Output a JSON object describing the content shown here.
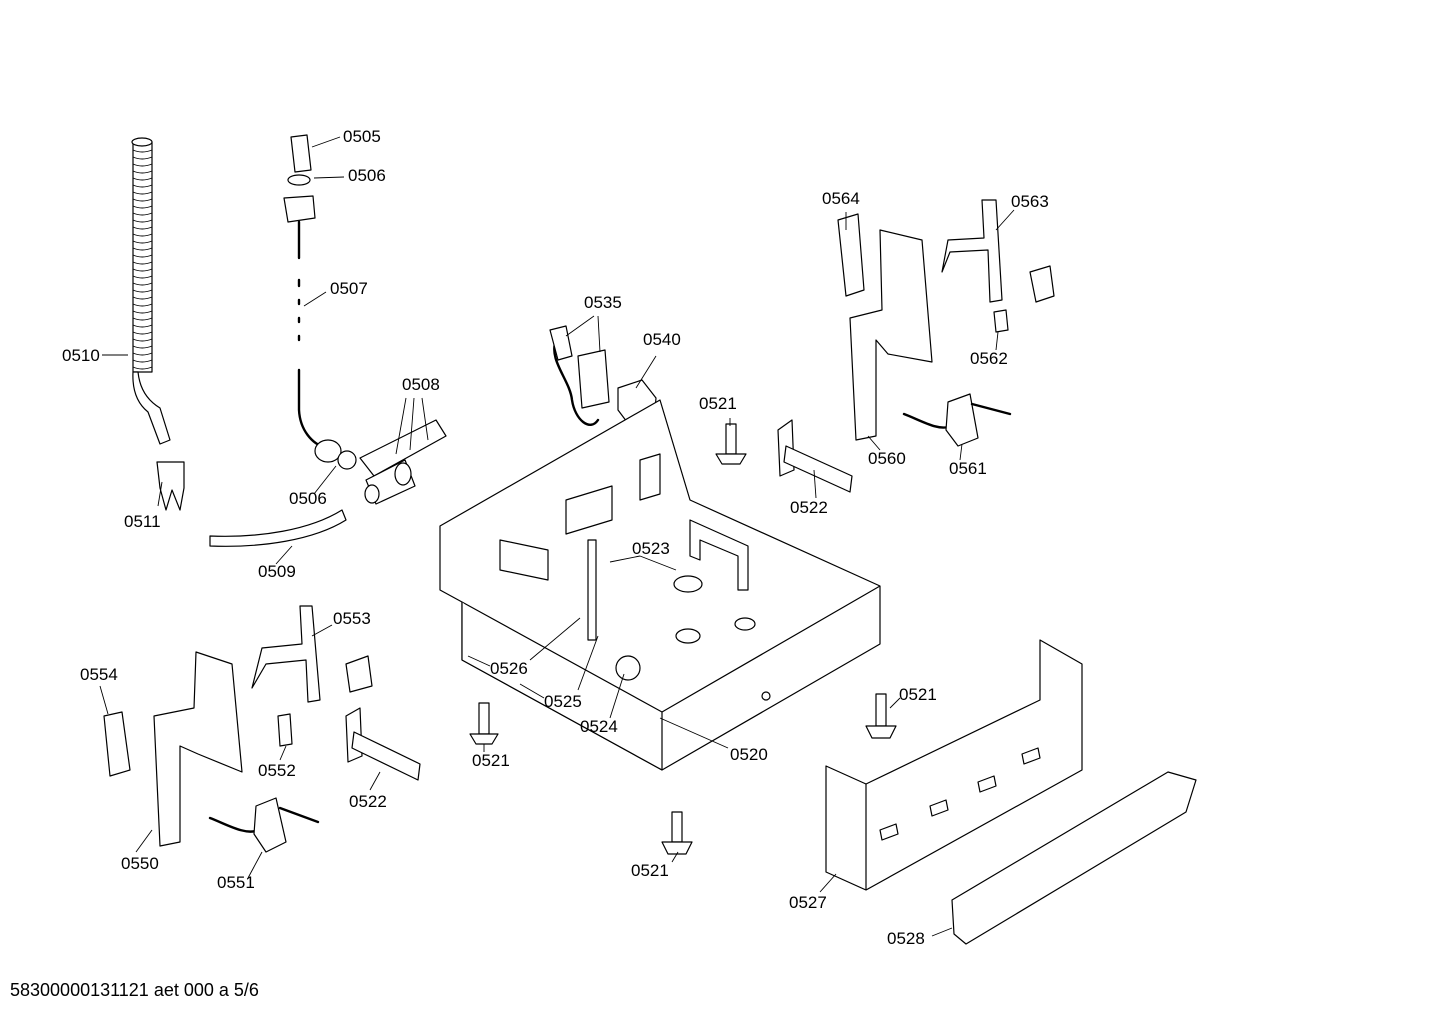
{
  "callouts": {
    "c0505": "0505",
    "c0506a": "0506",
    "c0506b": "0506",
    "c0507": "0507",
    "c0508": "0508",
    "c0509": "0509",
    "c0510": "0510",
    "c0511": "0511",
    "c0520": "0520",
    "c0521a": "0521",
    "c0521b": "0521",
    "c0521c": "0521",
    "c0521d": "0521",
    "c0522a": "0522",
    "c0522b": "0522",
    "c0523": "0523",
    "c0524": "0524",
    "c0525": "0525",
    "c0526": "0526",
    "c0527": "0527",
    "c0528": "0528",
    "c0535": "0535",
    "c0540": "0540",
    "c0550": "0550",
    "c0551": "0551",
    "c0552": "0552",
    "c0553": "0553",
    "c0554": "0554",
    "c0560": "0560",
    "c0561": "0561",
    "c0562": "0562",
    "c0563": "0563",
    "c0564": "0564"
  },
  "footer": {
    "document_id": "58300000131121 aet 000 a 5/6"
  }
}
